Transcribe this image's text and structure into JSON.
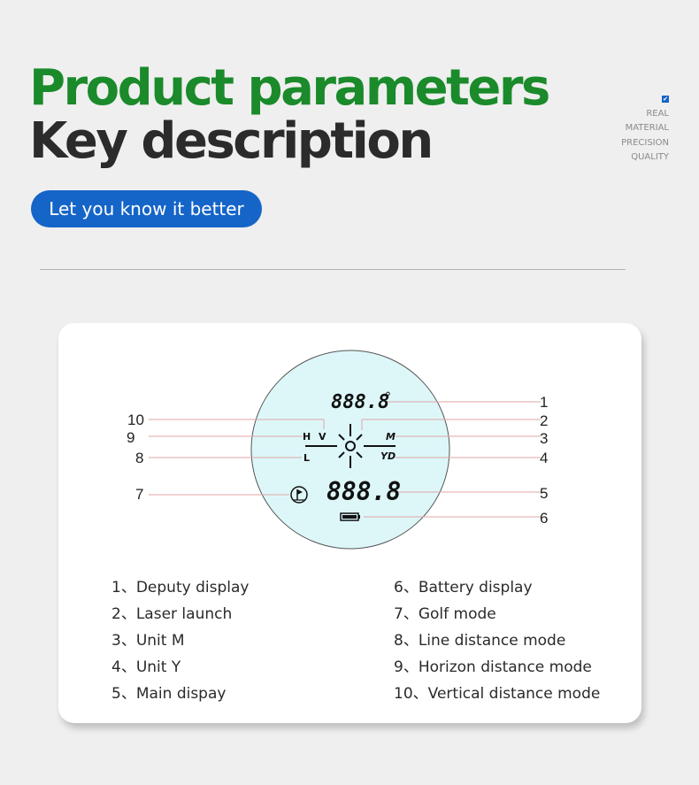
{
  "header": {
    "title_line1": "Product parameters",
    "title_line2": "Key description",
    "button_label": "Let you know it better",
    "corner_tags": [
      "REAL",
      "MATERIAL",
      "PRECISION",
      "QUALITY"
    ],
    "colors": {
      "title_green": "#1a8a2a",
      "title_dark": "#2b2b2b",
      "button_blue": "#1565c8"
    }
  },
  "display": {
    "deputy_readout": "888.8",
    "degree_symbol": "°",
    "main_readout": "888.8",
    "label_h": "H",
    "label_v": "V",
    "label_l": "L",
    "unit_m": "M",
    "unit_yd": "YD",
    "callout_numbers": [
      "1",
      "2",
      "3",
      "4",
      "5",
      "6",
      "7",
      "8",
      "9",
      "10"
    ],
    "icons": [
      "laser-sun-icon",
      "golf-flag-icon",
      "battery-icon"
    ]
  },
  "legend": {
    "left": [
      {
        "num": "1、",
        "text": "Deputy display"
      },
      {
        "num": "2、",
        "text": "Laser launch"
      },
      {
        "num": "3、",
        "text": "Unit M"
      },
      {
        "num": "4、",
        "text": "Unit Y"
      },
      {
        "num": "5、",
        "text": "Main dispay"
      }
    ],
    "right": [
      {
        "num": "6、",
        "text": "Battery display"
      },
      {
        "num": "7、",
        "text": "Golf mode"
      },
      {
        "num": "8、",
        "text": "Line distance mode"
      },
      {
        "num": "9、",
        "text": "Horizon distance mode"
      },
      {
        "num": "10、",
        "text": "Vertical distance mode"
      }
    ]
  }
}
